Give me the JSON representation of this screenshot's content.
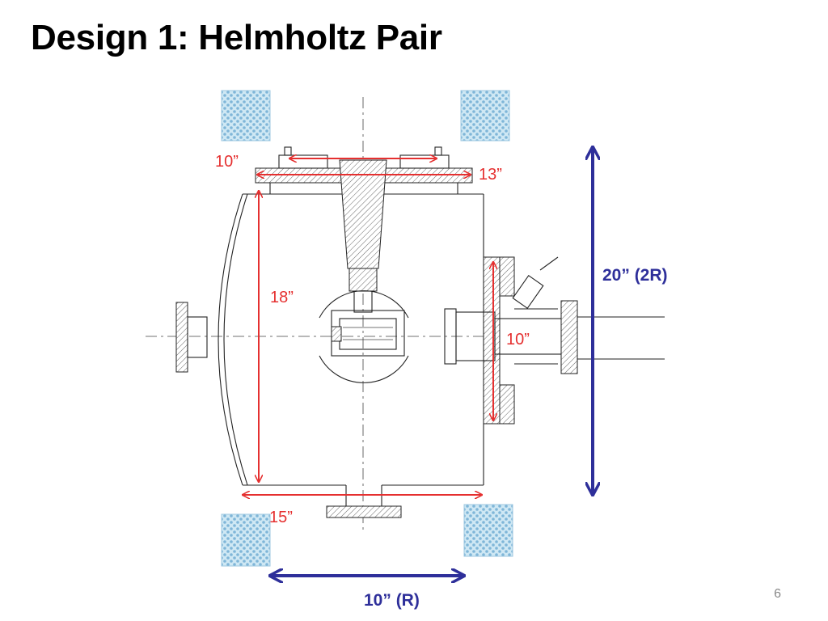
{
  "slide": {
    "title": "Design 1: Helmholtz Pair",
    "page_number": "6"
  },
  "dimensions": {
    "top_flange_inner": "10”",
    "top_flange_outer": "13”",
    "chamber_height": "18”",
    "port_diameter": "10”",
    "chamber_width": "15”",
    "coil_separation": "20” (2R)",
    "coil_radius": "10” (R)"
  },
  "colors": {
    "dimension_red": "#e53030",
    "arrow_blue": "#2e2f9a",
    "coil_fill": "#bfe0f0",
    "coil_dots": "#7fb6d8"
  }
}
